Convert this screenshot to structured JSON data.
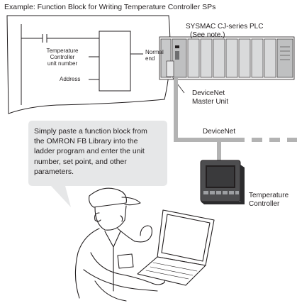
{
  "title": "Example: Function Block for Writing Temperature Controller SPs",
  "plc": {
    "name": "SYSMAC CJ-series PLC",
    "note": "(See note.)"
  },
  "function_block": {
    "input_1": "Temperature Controller unit number",
    "input_1_line1": "Temperature",
    "input_1_line2": "Controller",
    "input_1_line3": "unit number",
    "input_2": "Address",
    "output_line1": "Normal",
    "output_line2": "end"
  },
  "master_unit": {
    "line1": "DeviceNet",
    "line2": "Master Unit"
  },
  "network_label": "DeviceNet",
  "temperature_controller": {
    "line1": "Temperature",
    "line2": "Controller"
  },
  "speech_bubble": "Simply paste a function block from the OMRON FB Library into the ladder program and enter the unit number, set point, and other parameters.",
  "colors": {
    "network_line": "#b3b3b3",
    "bubble_fill": "#e6e7e8",
    "plc_body": "#d9dadb",
    "controller_body": "#4d4d4f",
    "outline": "#231f20"
  }
}
